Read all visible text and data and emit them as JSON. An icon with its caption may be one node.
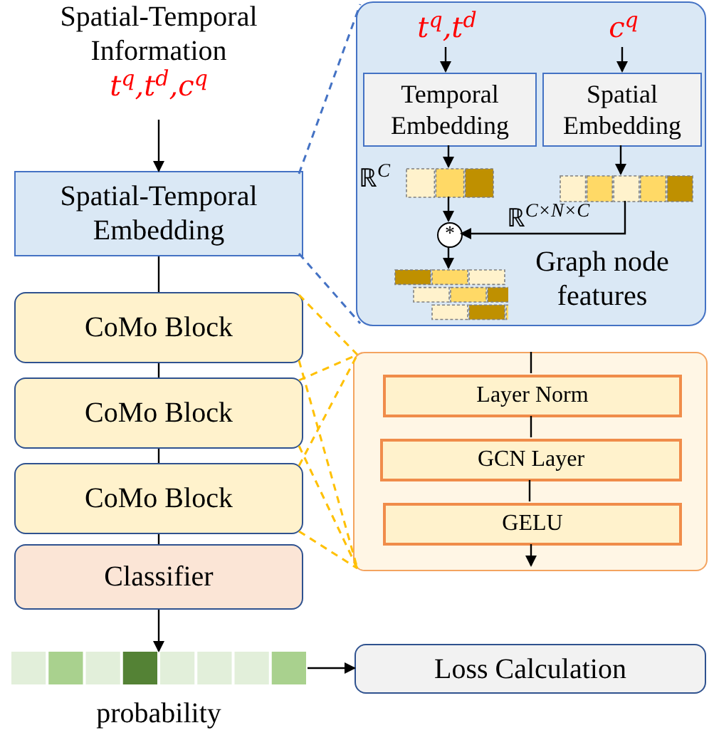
{
  "diagram": {
    "nodes": [
      {
        "text": [
          "Spatial-Temporal Information",
          "t$^{q}$,t$^{d}$,c$^{q}$"
        ]
      },
      {
        "text": [
          "Spatial-Temporal Embedding"
        ]
      },
      {
        "text": [
          "CoMo Block"
        ]
      },
      {
        "text": [
          "CoMo Block"
        ]
      },
      {
        "text": [
          "CoMo Block"
        ]
      },
      {
        "text": [
          "Classifier"
        ]
      },
      {
        "text": [],
        "shape": "bar",
        "beside": [
          "probability"
        ]
      },
      {
        "text": [
          "Loss Calculation"
        ]
      },
      {
        "text": [],
        "shape": "box"
      },
      {
        "text": [
          "t$^{q}$,t$^{d}$"
        ],
        "in": 8
      },
      {
        "text": [
          "c$^{q}$"
        ],
        "in": 8
      },
      {
        "text": [
          "Temporal Embedding"
        ],
        "in": 8
      },
      {
        "text": [
          "Spatial Embedding"
        ],
        "in": 8
      },
      {
        "text": [],
        "shape": "bar",
        "in": 8,
        "beside": [
          "ℝ$^{C}$"
        ]
      },
      {
        "text": [],
        "shape": "bar",
        "in": 8,
        "beside": [
          "ℝ$^{C×N×C}$"
        ]
      },
      {
        "text": [
          "*"
        ],
        "in": 8
      },
      {
        "text": [],
        "shape": "bar",
        "in": 8,
        "beside": [
          "Graph node features"
        ]
      },
      {
        "text": [],
        "shape": "box"
      },
      {
        "text": [
          "Layer Norm"
        ],
        "in": 17
      },
      {
        "text": [
          "GCN Layer"
        ],
        "in": 17
      },
      {
        "text": [
          "GELU"
        ],
        "in": 17
      }
    ],
    "edges": [
      {
        "from": 0,
        "to": 1,
        "arrow": "to"
      },
      {
        "from": 1,
        "to": 2,
        "arrow": "none"
      },
      {
        "from": 2,
        "to": 3,
        "arrow": "none"
      },
      {
        "from": 3,
        "to": 4,
        "arrow": "none"
      },
      {
        "from": 4,
        "to": 5,
        "arrow": "none"
      },
      {
        "from": 5,
        "to": 6,
        "arrow": "to"
      },
      {
        "from": 6,
        "to": 7,
        "arrow": "to"
      },
      {
        "from": 9,
        "to": 11,
        "arrow": "to"
      },
      {
        "from": 10,
        "to": 12,
        "arrow": "to"
      },
      {
        "from": 11,
        "to": 13,
        "arrow": "to"
      },
      {
        "from": 12,
        "to": 14,
        "arrow": "to"
      },
      {
        "from": 13,
        "to": 15,
        "arrow": "to"
      },
      {
        "from": 14,
        "to": 15,
        "arrow": "to"
      },
      {
        "from": 15,
        "to": 16,
        "arrow": "to"
      },
      {
        "from": null,
        "to": 18,
        "arrow": "none"
      },
      {
        "from": 18,
        "to": 19,
        "arrow": "none"
      },
      {
        "from": 19,
        "to": 20,
        "arrow": "none"
      },
      {
        "from": 20,
        "to": null,
        "arrow": "to"
      },
      {
        "from": 1,
        "to": 8,
        "arrow": "none",
        "style": "dashed",
        "color": "#4472c4"
      },
      {
        "from": 1,
        "to": 8,
        "arrow": "none",
        "style": "dashed",
        "color": "#4472c4"
      },
      {
        "from": 2,
        "to": 17,
        "arrow": "none",
        "style": "dashed",
        "color": "#ffc000"
      },
      {
        "from": 2,
        "to": 17,
        "arrow": "none",
        "style": "dashed",
        "color": "#ffc000"
      },
      {
        "from": 3,
        "to": 17,
        "arrow": "none",
        "style": "dashed",
        "color": "#ffc000"
      },
      {
        "from": 3,
        "to": 17,
        "arrow": "none",
        "style": "dashed",
        "color": "#ffc000"
      },
      {
        "from": 4,
        "to": 17,
        "arrow": "none",
        "style": "dashed",
        "color": "#ffc000"
      },
      {
        "from": 4,
        "to": 17,
        "arrow": "none",
        "style": "dashed",
        "color": "#ffc000"
      }
    ]
  }
}
